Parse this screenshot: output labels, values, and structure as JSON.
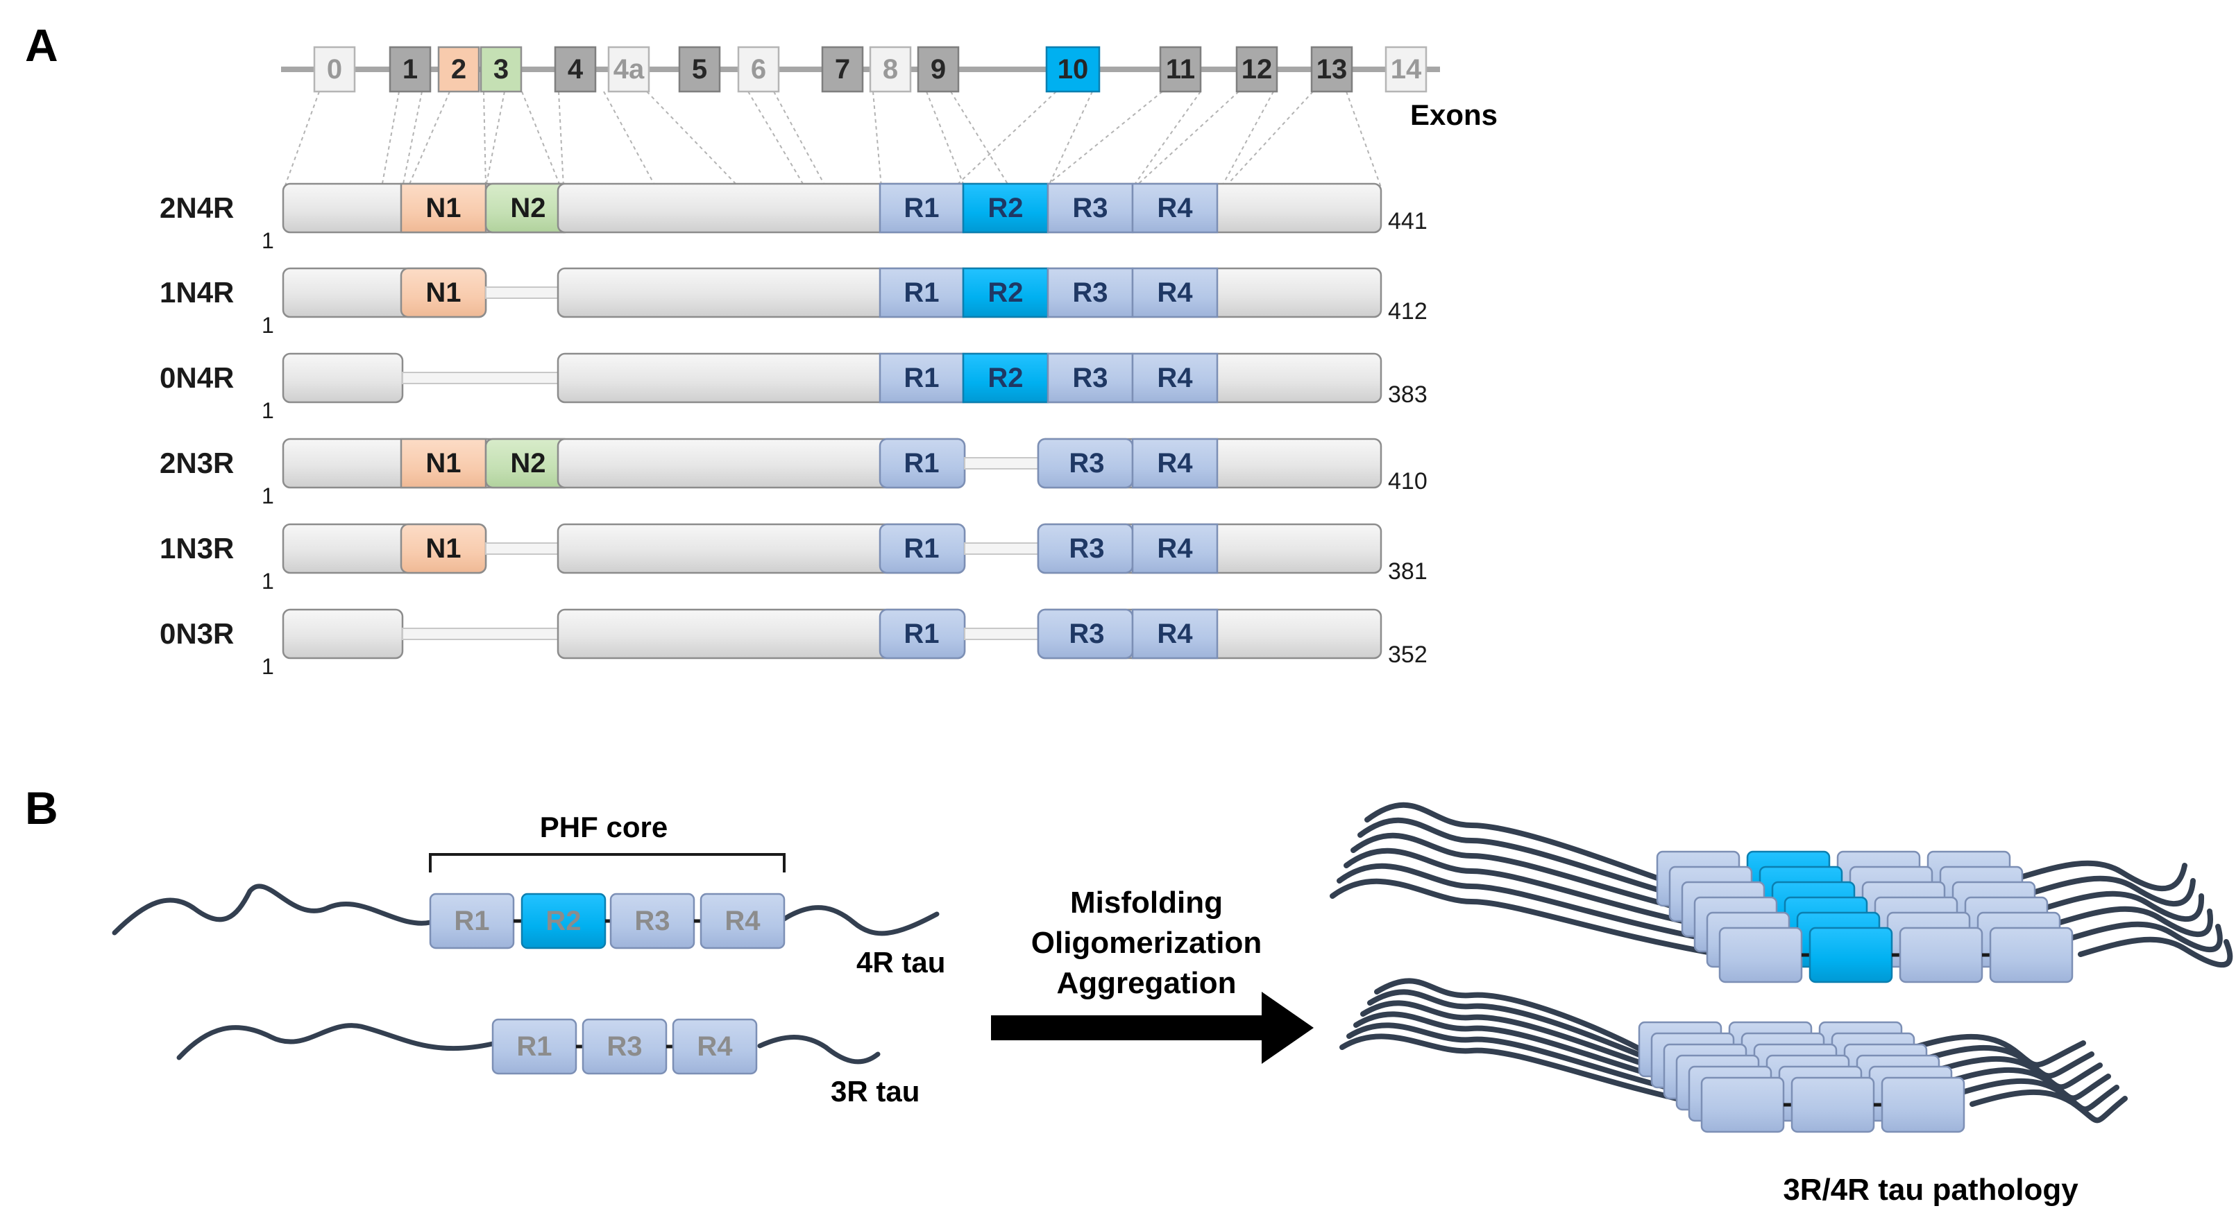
{
  "panel_a": {
    "letter": "A",
    "exons_label": "Exons",
    "exons": [
      {
        "id": "e0",
        "label": "0",
        "kind": "light"
      },
      {
        "id": "e1",
        "label": "1",
        "kind": "dark"
      },
      {
        "id": "e2",
        "label": "2",
        "kind": "orange"
      },
      {
        "id": "e3",
        "label": "3",
        "kind": "green"
      },
      {
        "id": "e4",
        "label": "4",
        "kind": "dark"
      },
      {
        "id": "e4a",
        "label": "4a",
        "kind": "light"
      },
      {
        "id": "e5",
        "label": "5",
        "kind": "dark"
      },
      {
        "id": "e6",
        "label": "6",
        "kind": "light"
      },
      {
        "id": "e7",
        "label": "7",
        "kind": "dark"
      },
      {
        "id": "e8",
        "label": "8",
        "kind": "light"
      },
      {
        "id": "e9",
        "label": "9",
        "kind": "dark"
      },
      {
        "id": "e10",
        "label": "10",
        "kind": "cyan"
      },
      {
        "id": "e11",
        "label": "11",
        "kind": "dark"
      },
      {
        "id": "e12",
        "label": "12",
        "kind": "dark"
      },
      {
        "id": "e13",
        "label": "13",
        "kind": "dark"
      },
      {
        "id": "e14",
        "label": "14",
        "kind": "light"
      }
    ],
    "isoforms": [
      {
        "name": "2N4R",
        "start": "1",
        "end": "441",
        "n1": true,
        "n2": true,
        "r2": true
      },
      {
        "name": "1N4R",
        "start": "1",
        "end": "412",
        "n1": true,
        "n2": false,
        "r2": true
      },
      {
        "name": "0N4R",
        "start": "1",
        "end": "383",
        "n1": false,
        "n2": false,
        "r2": true
      },
      {
        "name": "2N3R",
        "start": "1",
        "end": "410",
        "n1": true,
        "n2": true,
        "r2": false
      },
      {
        "name": "1N3R",
        "start": "1",
        "end": "381",
        "n1": true,
        "n2": false,
        "r2": false
      },
      {
        "name": "0N3R",
        "start": "1",
        "end": "352",
        "n1": false,
        "n2": false,
        "r2": false
      }
    ],
    "domain_labels": {
      "n1": "N1",
      "n2": "N2",
      "r1": "R1",
      "r2": "R2",
      "r3": "R3",
      "r4": "R4"
    }
  },
  "panel_b": {
    "letter": "B",
    "phf_core": "PHF core",
    "tau4r_label": "4R tau",
    "tau3r_label": "3R tau",
    "tau4r_repeats": [
      "R1",
      "R2",
      "R3",
      "R4"
    ],
    "tau3r_repeats": [
      "R1",
      "R3",
      "R4"
    ],
    "process": [
      "Misfolding",
      "Oligomerization",
      "Aggregation"
    ],
    "pathology_label": "3R/4R tau pathology"
  },
  "colors": {
    "exon_dark": "#a9a9a9",
    "exon_light": "#f2f2f2",
    "n1_orange": "#f8cbad",
    "n2_green": "#c5e0b4",
    "repeat_blue": "#b4c7e7",
    "r2_cyan": "#00b0f0",
    "protein_gray": "#e3e3e3",
    "tau_chain": "#333f50",
    "exon_line": "#a6a6a6"
  }
}
